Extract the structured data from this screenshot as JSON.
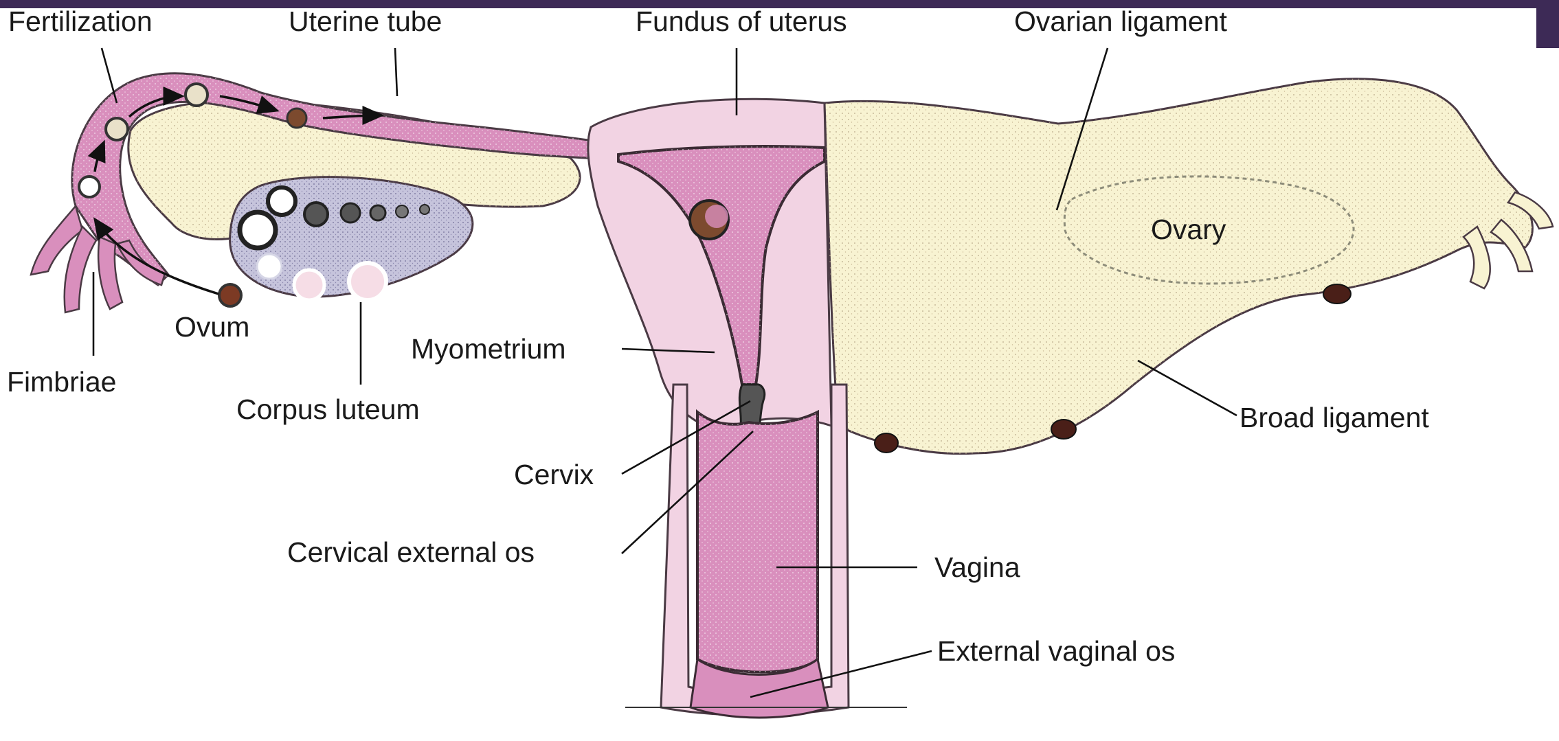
{
  "diagram": {
    "labels": {
      "fertilization": "Fertilization",
      "uterine_tube": "Uterine tube",
      "fundus_of_uterus": "Fundus of uterus",
      "ovarian_ligament": "Ovarian ligament",
      "ovary": "Ovary",
      "ovum": "Ovum",
      "fimbriae": "Fimbriae",
      "corpus_luteum": "Corpus luteum",
      "myometrium": "Myometrium",
      "broad_ligament": "Broad ligament",
      "cervix": "Cervix",
      "cervical_external_os": "Cervical external os",
      "vagina": "Vagina",
      "external_vaginal_os": "External vaginal os"
    },
    "colors": {
      "accent_bar": "#3d2a56",
      "tissue_pink": "#d98fbd",
      "tissue_light_pink": "#f2d3e3",
      "cream": "#f8f3d2",
      "ovary_blue": "#c6c4dc"
    }
  }
}
